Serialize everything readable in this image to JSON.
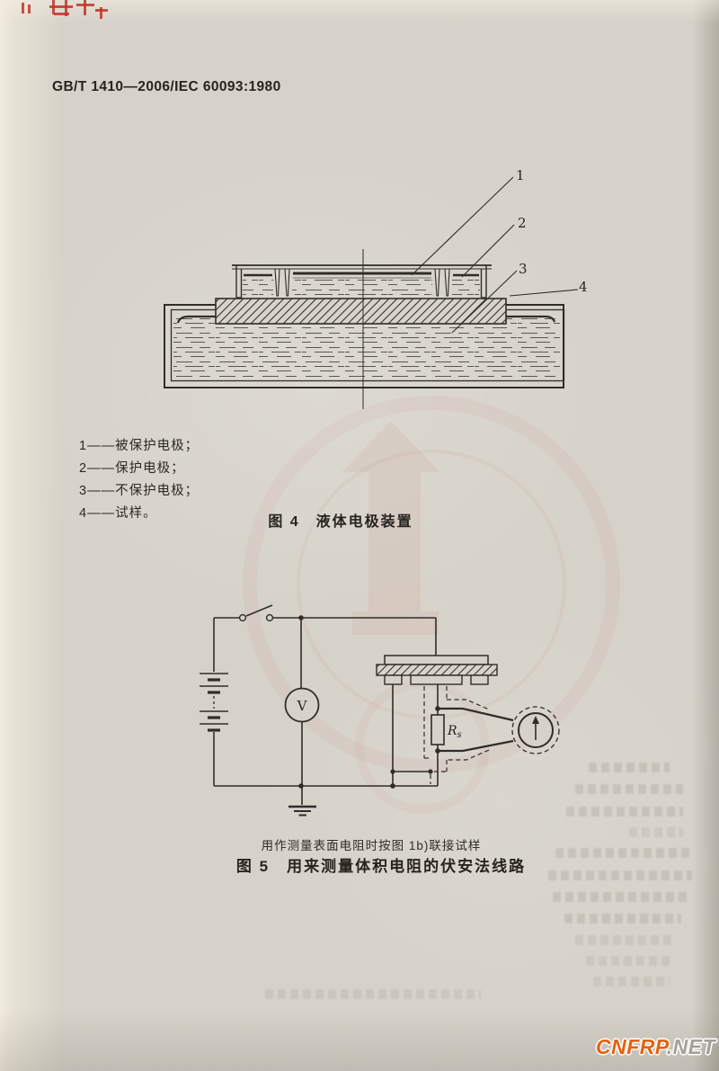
{
  "page": {
    "header_title": "GB/T 1410—2006/IEC 60093:1980",
    "ink_color": "#2f2d29",
    "paper_color": "#d6d2c9",
    "stamp_color": "#c23527"
  },
  "figure4": {
    "caption": "图 4　液体电极装置",
    "legend": [
      "1——被保护电极；",
      "2——保护电极；",
      "3——不保护电极；",
      "4——试样。"
    ],
    "callout_1": "1",
    "callout_2": "2",
    "callout_3": "3",
    "callout_4": "4"
  },
  "figure5": {
    "note": "用作测量表面电阻时按图 1b)联接试样",
    "caption": "图 5　用来测量体积电阻的伏安法线路",
    "voltmeter_label": "V",
    "resistor_label": "R",
    "resistor_subscript": "s"
  },
  "watermark": {
    "brand_main": "CNFRP",
    "brand_suffix": ".NET",
    "brand_main_color": "#e4610e",
    "brand_suffix_color": "#a39f99"
  }
}
